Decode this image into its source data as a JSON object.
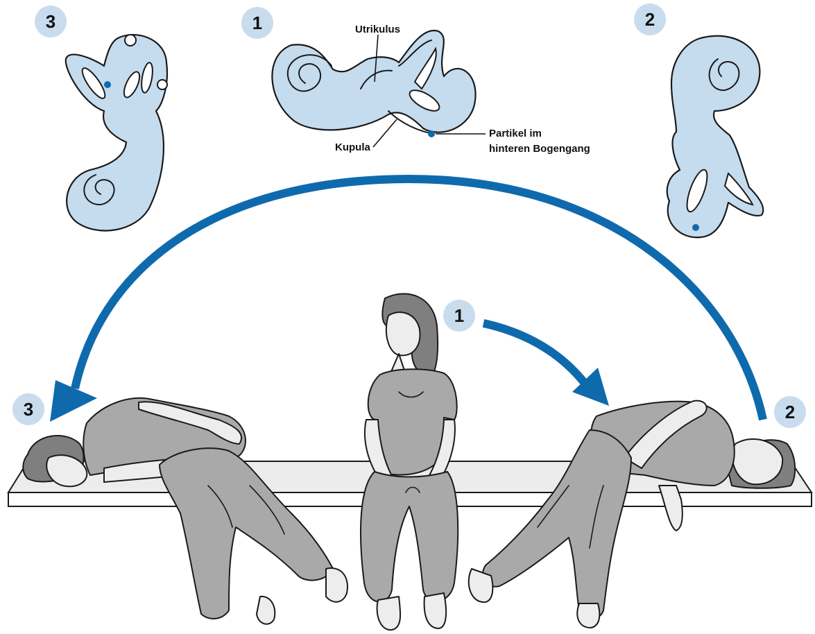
{
  "colors": {
    "arrow": "#0f6aad",
    "badge": "#c9dcee",
    "ear_fill": "#c5dbee",
    "particle": "#0f6aad",
    "clothes": "#a9a9a9",
    "skin": "#ededed",
    "hair": "#7f7f7f",
    "table_top": "#ececec"
  },
  "steps": {
    "ear_1": "1",
    "ear_2": "2",
    "ear_3": "3",
    "person_1": "1",
    "person_2": "2",
    "person_3": "3"
  },
  "labels": {
    "utrikulus": "Utrikulus",
    "kupula": "Kupula",
    "partikel_line1": "Partikel im",
    "partikel_line2": "hinteren Bogengang"
  },
  "icons": {
    "arrow_small": "arrow-right-down-curved",
    "arrow_big": "arrow-arc-right-to-left"
  }
}
